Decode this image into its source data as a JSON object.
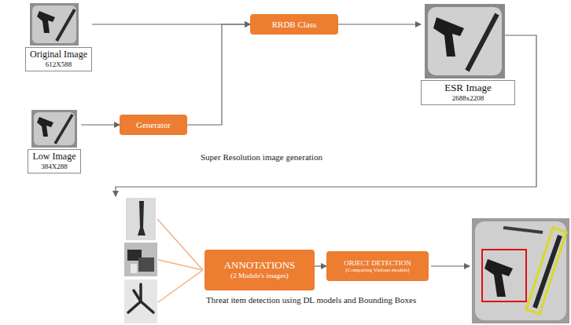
{
  "diagram": {
    "nodes": [
      {
        "text": [
          "Original Image",
          "612X588"
        ]
      },
      {
        "text": [
          "Low Image",
          "384X288"
        ]
      },
      {
        "text": [
          "Generator"
        ]
      },
      {
        "text": [
          "RRDB Class"
        ]
      },
      {
        "text": [
          "ESR Image",
          "2688x2208"
        ]
      },
      {
        "text": [
          "ANNOTATIONS",
          "(2 Module's images)"
        ]
      },
      {
        "text": [
          "OBJECT DETECTION",
          "(Comparing Various models)"
        ]
      }
    ],
    "edges": [
      {
        "from": 0,
        "to": 3,
        "arrow": "to"
      },
      {
        "from": 1,
        "to": 2,
        "arrow": "to"
      },
      {
        "from": 2,
        "to": 3,
        "arrow": "to"
      },
      {
        "from": 3,
        "to": 4,
        "arrow": "to"
      },
      {
        "from": 5,
        "to": 6,
        "arrow": "to"
      }
    ],
    "labels": [
      "Super Resolution image generation",
      "Threat item detection using DL models and Bounding Boxes"
    ]
  }
}
